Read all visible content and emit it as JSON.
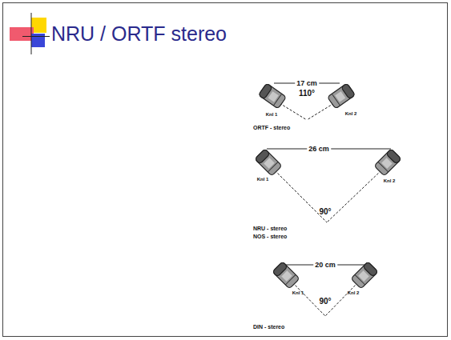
{
  "diagram": {
    "title": "NRU / ORTF stereo",
    "labels": [
      "17 cm",
      "110°",
      "Knl 1",
      "Knl 2",
      "ORTF - stereo",
      "26 cm",
      "Knl 1",
      "Knl 2",
      "90°",
      "NRU - stereo",
      "NOS - stereo",
      "20 cm",
      "Knl 1",
      "Knl 2",
      "90°",
      "DIN - stereo"
    ]
  }
}
